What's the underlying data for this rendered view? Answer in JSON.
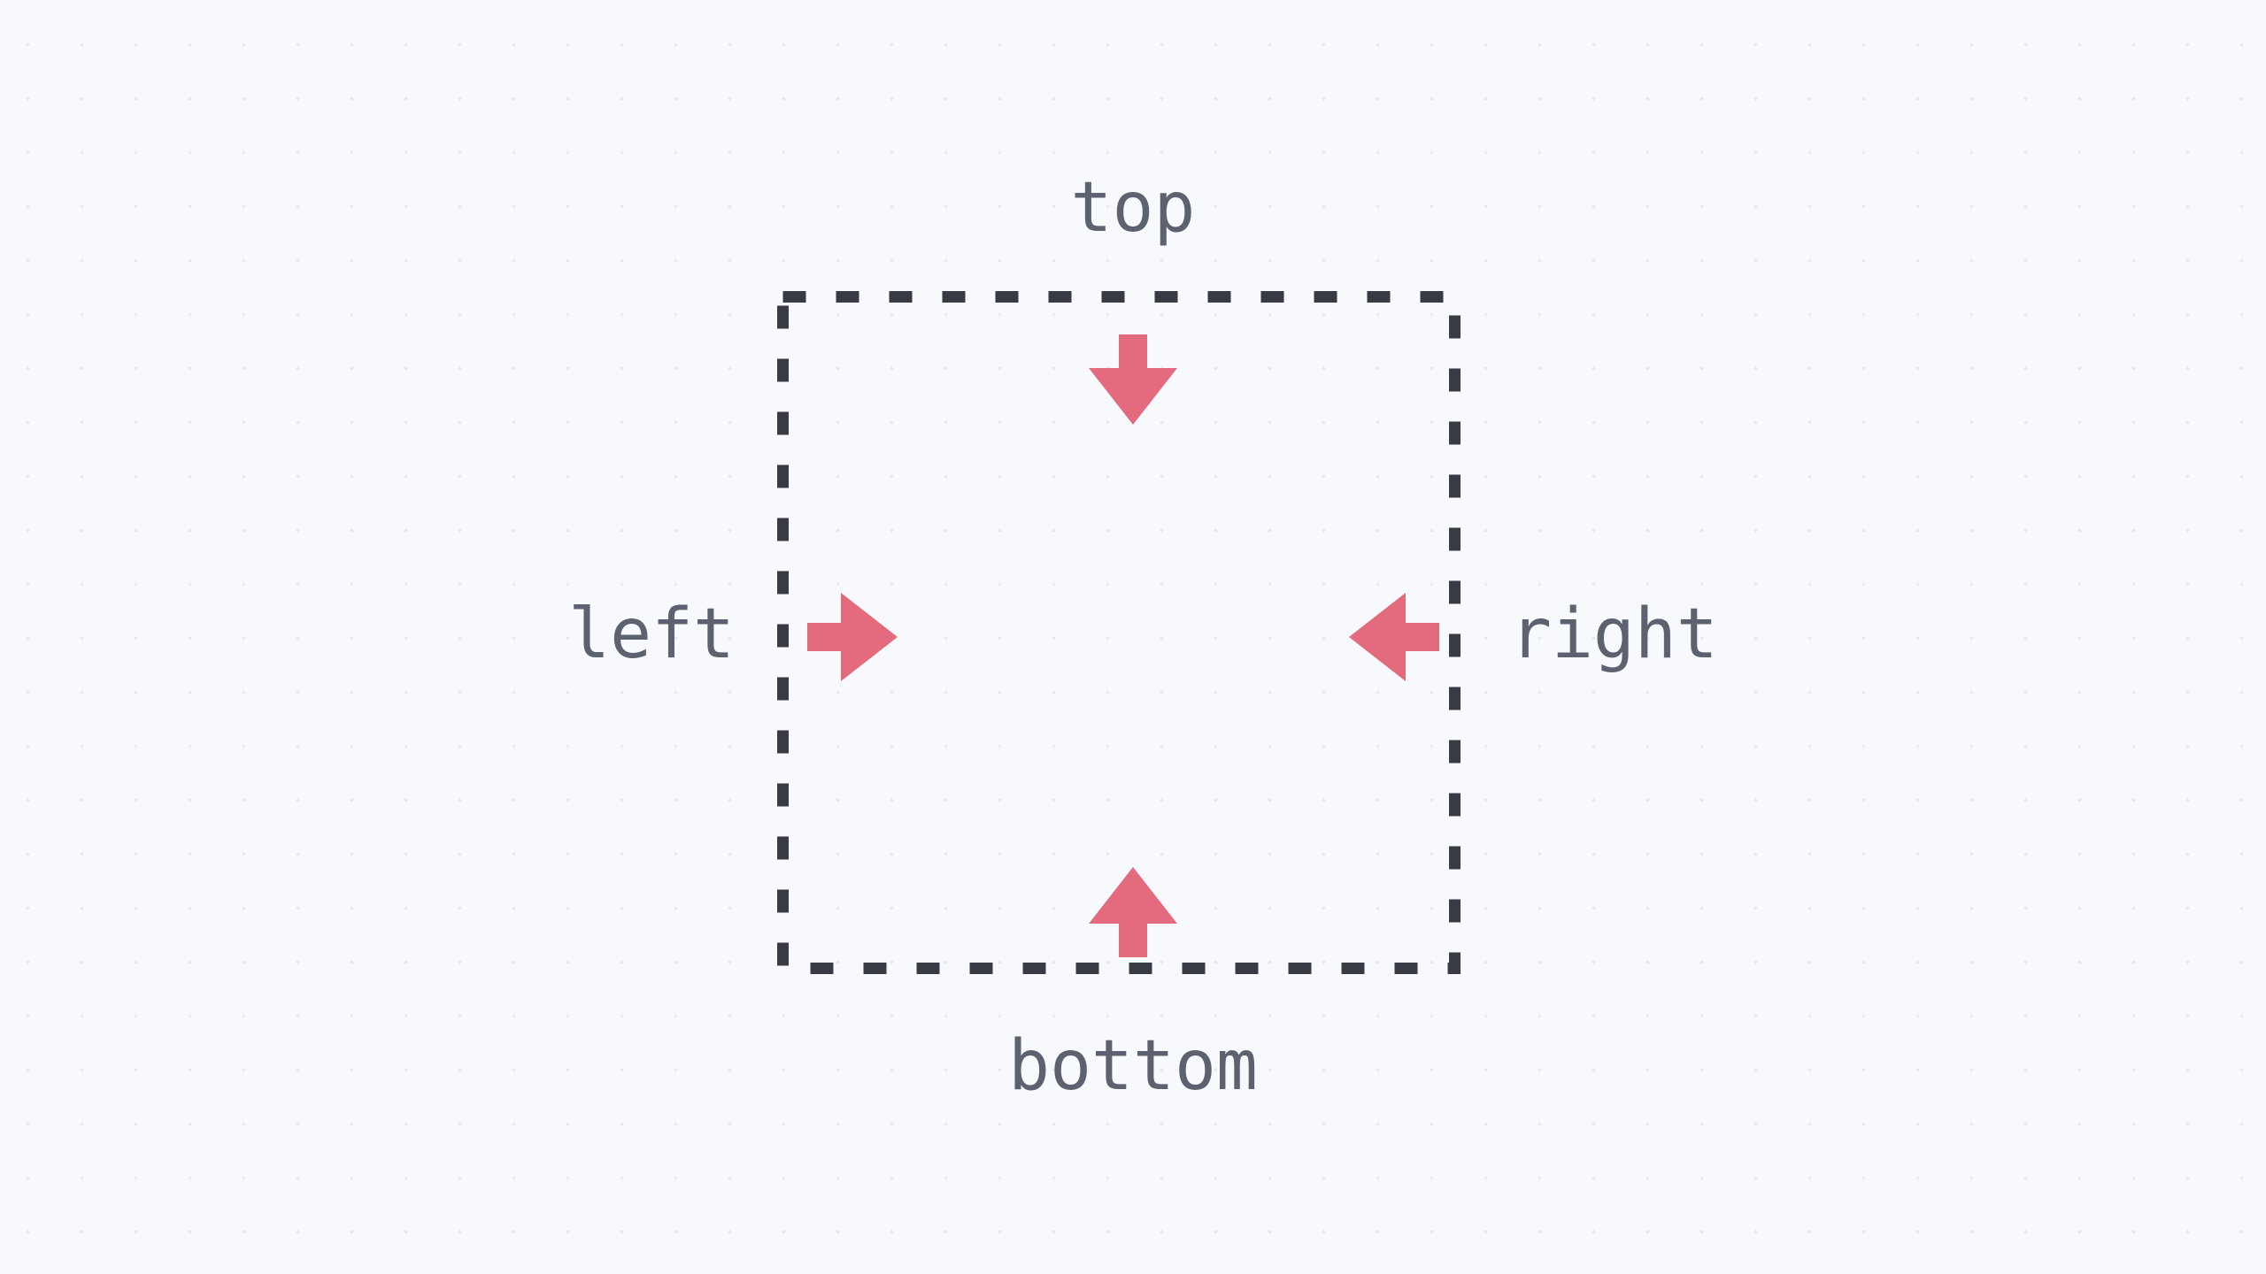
{
  "labels": {
    "top": "top",
    "right": "right",
    "bottom": "bottom",
    "left": "left"
  },
  "colors": {
    "background": "#f8f9fc",
    "grid_dot": "#e6e8ef",
    "box_border": "#383a44",
    "arrow": "#e46b7e",
    "label_text": "#5c6270"
  },
  "icons": {
    "top": "arrow-down-icon",
    "right": "arrow-left-icon",
    "bottom": "arrow-up-icon",
    "left": "arrow-right-icon"
  }
}
